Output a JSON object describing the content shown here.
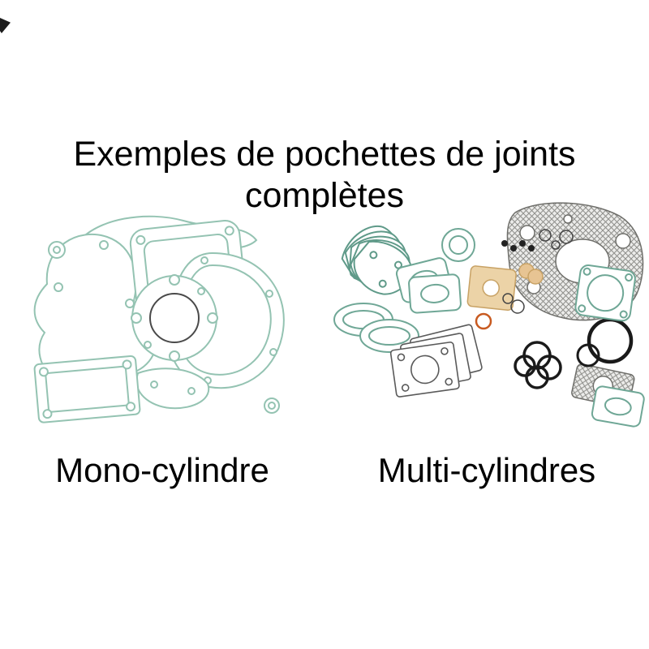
{
  "page": {
    "title": "Exemples de pochettes de joints complètes",
    "sections": {
      "left": {
        "label": "Mono-cylindre"
      },
      "right": {
        "label": "Multi-cylindres"
      }
    }
  },
  "colors": {
    "background": "#ffffff",
    "text": "#000000",
    "gasket_teal_light": "#94c3b2",
    "gasket_teal_dark": "#5f9a89",
    "gasket_tan": "#ecd3a7",
    "oring_black": "#1a1a1a",
    "hatch_gray": "#8f8f8b",
    "accent_orange": "#c85a20"
  }
}
